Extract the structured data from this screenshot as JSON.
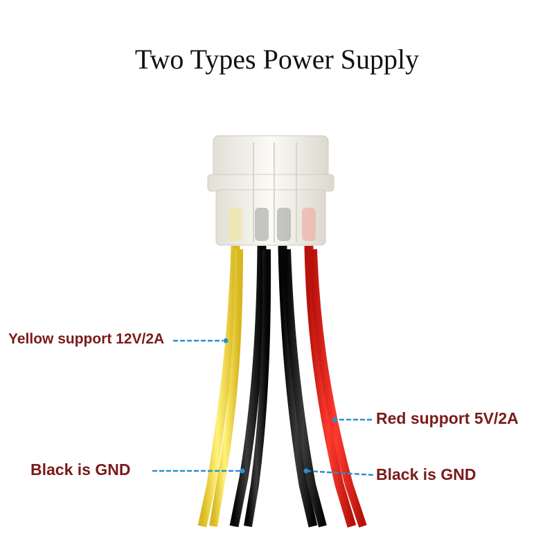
{
  "title": "Two Types Power Supply",
  "callouts": {
    "yellow": "Yellow support 12V/2A",
    "red": "Red support 5V/2A",
    "black_left": "Black is GND",
    "black_right": "Black is GND"
  },
  "colors": {
    "yellow_wire": "#f6dc4a",
    "black_wire": "#141414",
    "red_wire": "#e8231c",
    "label_text": "#7a1a1a",
    "leader_line": "#2a8fd0",
    "connector": "#f4f2ec"
  }
}
